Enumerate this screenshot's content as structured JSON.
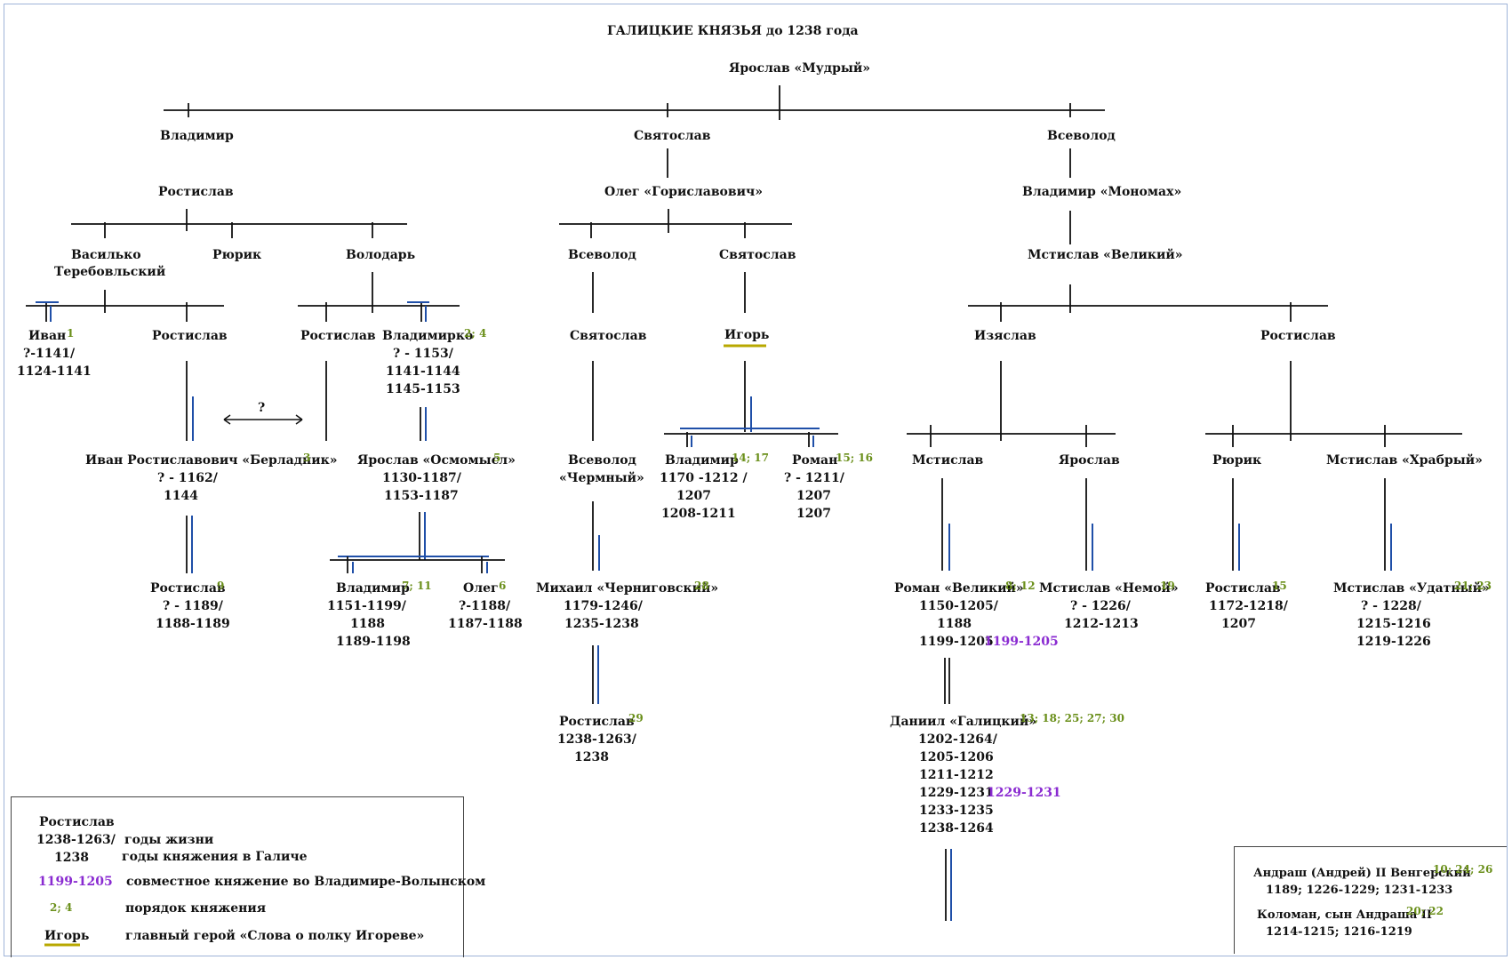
{
  "title": "ГАЛИЦКИЕ КНЯЗЬЯ  до 1238  года",
  "colors": {
    "line": "#111111",
    "marriage": "#1f4fa8",
    "order": "#6a8f1a",
    "joint": "#8a2bd1",
    "hero": "#b8a800",
    "frame": "#9fb4d9"
  },
  "people": {
    "yaroslav_mudry": "Ярослав «Мудрый»",
    "vladimir": "Владимир",
    "svyatoslav": "Святослав",
    "vsevolod": "Всеволод",
    "rostislav_v": "Ростислав",
    "oleg": "Олег «Гориславович»",
    "monomakh": "Владимир «Мономах»",
    "vasilko_1": "Василько",
    "vasilko_2": "Теребовльский",
    "ryurik_r": "Рюрик",
    "volodar": "Володарь",
    "vsevolod_o": "Всеволод",
    "svyatoslav_o": "Святослав",
    "mstislav_veliky": "Мстислав «Великий»",
    "ivan_name": "Иван",
    "ivan_order": "1",
    "ivan_l1": "?-1141/",
    "ivan_l2": "1124-1141",
    "rostislav_vas": "Ростислав",
    "rostislav_vol": "Ростислав",
    "vladimirko_name": "Владимирко",
    "vladimirko_order": "2; 4",
    "vladimirko_l1": "? - 1153/",
    "vladimirko_l2": "1141-1144",
    "vladimirko_l3": "1145-1153",
    "svyatoslav_vs": "Святослав",
    "igor": "Игорь",
    "izyaslav": "Изяслав",
    "rostislav_m": "Ростислав",
    "question": "?",
    "ivan_b_name": "Иван Ростиславович  «Берладник»",
    "ivan_b_order": "3",
    "ivan_b_l1": "? - 1162/",
    "ivan_b_l2": "1144",
    "osmomysl_name": "Ярослав «Осмомысл»",
    "osmomysl_order": "5",
    "osmomysl_l1": "1130-1187/",
    "osmomysl_l2": "1153-1187",
    "chermny_1": "Всеволод",
    "chermny_2": "«Чермный»",
    "vladimir_i_name": "Владимир",
    "vladimir_i_order": "14; 17",
    "vladimir_i_l1": "1170 -1212 /",
    "vladimir_i_l2": "1207",
    "vladimir_i_l3": "1208-1211",
    "roman_i_name": "Роман",
    "roman_i_order": "15; 16",
    "roman_i_l1": "? - 1211/",
    "roman_i_l2": "1207",
    "roman_i_l3": "1207",
    "mstislav_iz": "Мстислав",
    "yaroslav_iz": "Ярослав",
    "ryurik_m": "Рюрик",
    "mstislav_hr": "Мстислав «Храбрый»",
    "rostislav_ib_name": "Ростислав",
    "rostislav_ib_order": "9",
    "rostislav_ib_l1": "? - 1189/",
    "rostislav_ib_l2": "1188-1189",
    "vladimir_ya_name": "Владимир",
    "vladimir_ya_order": "7; 11",
    "vladimir_ya_l1": "1151-1199/",
    "vladimir_ya_l2": "1188",
    "vladimir_ya_l3": "1189-1198",
    "oleg_ya_name": "Олег",
    "oleg_ya_order": "6",
    "oleg_ya_l1": "?-1188/",
    "oleg_ya_l2": "1187-1188",
    "mikhail_name": "Михаил «Черниговский»",
    "mikhail_order": "28",
    "mikhail_l1": "1179-1246/",
    "mikhail_l2": "1235-1238",
    "roman_v_name": "Роман «Великий»",
    "roman_v_order": "8; 12",
    "roman_v_l1": "1150-1205/",
    "roman_v_l2": "1188",
    "roman_v_l3": "1199-1205",
    "roman_v_joint": "1199-1205",
    "nemoy_name": "Мстислав «Немой»",
    "nemoy_order": "19",
    "nemoy_l1": "? - 1226/",
    "nemoy_l2": "1212-1213",
    "rostislav_ryu_name": "Ростислав",
    "rostislav_ryu_order": "15",
    "rostislav_ryu_l1": "1172-1218/",
    "rostislav_ryu_l2": "1207",
    "udatny_name": "Мстислав  «Удатный»",
    "udatny_order": "21; 23",
    "udatny_l1": "? - 1228/",
    "udatny_l2": "1215-1216",
    "udatny_l3": "1219-1226",
    "rostislav_mi_name": "Ростислав",
    "rostislav_mi_order": "29",
    "rostislav_mi_l1": "1238-1263/",
    "rostislav_mi_l2": "1238",
    "daniil_name": "Даниил «Галицкий»",
    "daniil_order": "13; 18; 25; 27; 30",
    "daniil_l1": "1202-1264/",
    "daniil_l2": "1205-1206",
    "daniil_l3": "1211-1212",
    "daniil_l4": "1229-1231",
    "daniil_joint": "1229-1231",
    "daniil_l5": "1233-1235",
    "daniil_l6": "1238-1264"
  },
  "legend": {
    "sample_name": "Ростислав",
    "sample_l1": "1238-1263/",
    "sample_l2": "1238",
    "life_label": "годы жизни",
    "reign_label": "годы княжения в  Галиче",
    "joint_sample": "1199-1205",
    "joint_label": "совместное княжение во Владимире-Волынском",
    "order_sample": "2; 4",
    "order_label": "порядок княжения",
    "hero_sample": "Игорь",
    "hero_label": "главный герой «Слова о полку Игореве»"
  },
  "hungary": {
    "andras_name": "Андраш (Андрей) II Венгерский",
    "andras_order": "10; 24; 26",
    "andras_years": "1189;  1226-1229;  1231-1233",
    "koloman_name": "Коломан, сын Андраша II",
    "koloman_order": "20; 22",
    "koloman_years": "1214-1215;  1216-1219"
  }
}
